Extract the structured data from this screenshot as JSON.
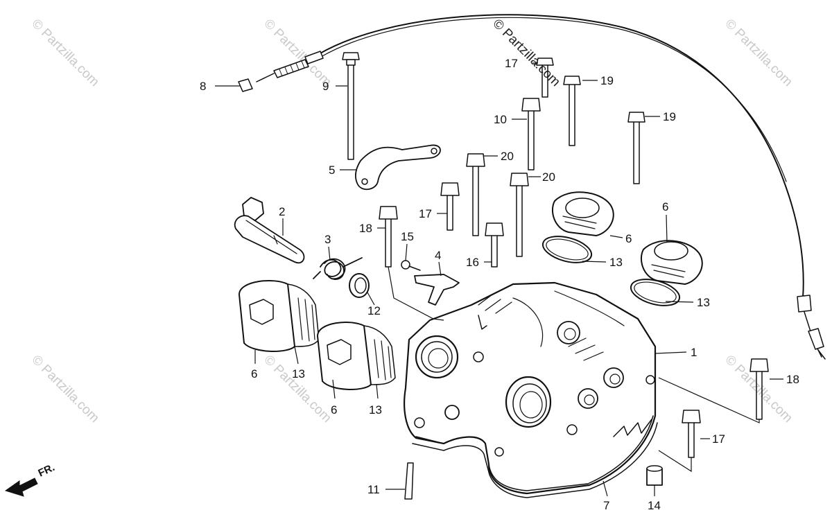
{
  "watermark": {
    "text": "© Partzilla.com"
  },
  "orientation": {
    "label": "FR."
  },
  "callouts": [
    {
      "id": "c1",
      "label": "1"
    },
    {
      "id": "c2",
      "label": "2"
    },
    {
      "id": "c3",
      "label": "3"
    },
    {
      "id": "c4",
      "label": "4"
    },
    {
      "id": "c5",
      "label": "5"
    },
    {
      "id": "c6a",
      "label": "6"
    },
    {
      "id": "c6b",
      "label": "6"
    },
    {
      "id": "c6c",
      "label": "6"
    },
    {
      "id": "c6d",
      "label": "6"
    },
    {
      "id": "c7",
      "label": "7"
    },
    {
      "id": "c8",
      "label": "8"
    },
    {
      "id": "c9",
      "label": "9"
    },
    {
      "id": "c10",
      "label": "10"
    },
    {
      "id": "c11",
      "label": "11"
    },
    {
      "id": "c12",
      "label": "12"
    },
    {
      "id": "c13a",
      "label": "13"
    },
    {
      "id": "c13b",
      "label": "13"
    },
    {
      "id": "c13c",
      "label": "13"
    },
    {
      "id": "c13d",
      "label": "13"
    },
    {
      "id": "c14",
      "label": "14"
    },
    {
      "id": "c15",
      "label": "15"
    },
    {
      "id": "c16",
      "label": "16"
    },
    {
      "id": "c17a",
      "label": "17"
    },
    {
      "id": "c17b",
      "label": "17"
    },
    {
      "id": "c17c",
      "label": "17"
    },
    {
      "id": "c18a",
      "label": "18"
    },
    {
      "id": "c18b",
      "label": "18"
    },
    {
      "id": "c19a",
      "label": "19"
    },
    {
      "id": "c19b",
      "label": "19"
    },
    {
      "id": "c20a",
      "label": "20"
    },
    {
      "id": "c20b",
      "label": "20"
    }
  ]
}
